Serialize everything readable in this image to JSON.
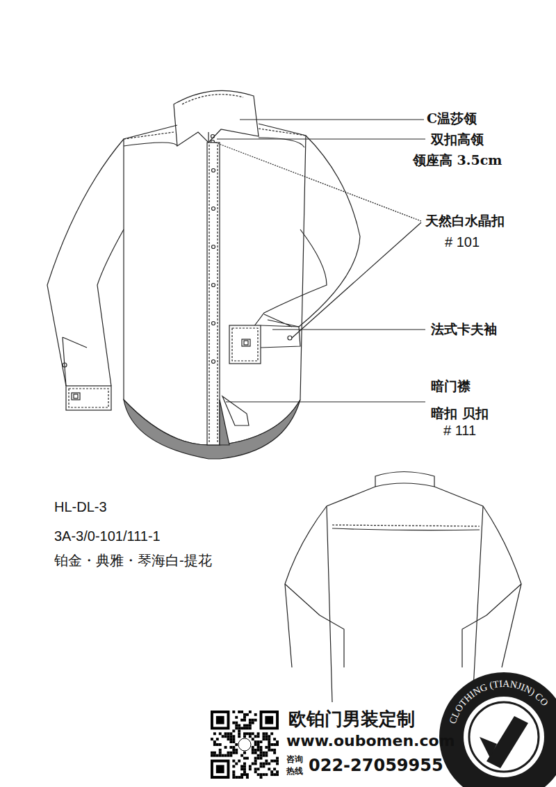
{
  "diagram": {
    "labels": [
      "C温莎领",
      "双扣高领",
      "领座高 3.5cm",
      "天然白水晶扣",
      "# 101",
      "法式卡夫袖",
      "暗门襟",
      "暗扣 贝扣",
      "# 111",
      "HL-DL-3",
      "3A-3/0-101/111-1",
      "铂金・典雅・琴海白-提花",
      "欧铂门男装定制",
      "www.oubomen.com",
      "咨询",
      "热线",
      "022-27059955",
      "CLOTHING (TIANJIN) CO"
    ]
  }
}
